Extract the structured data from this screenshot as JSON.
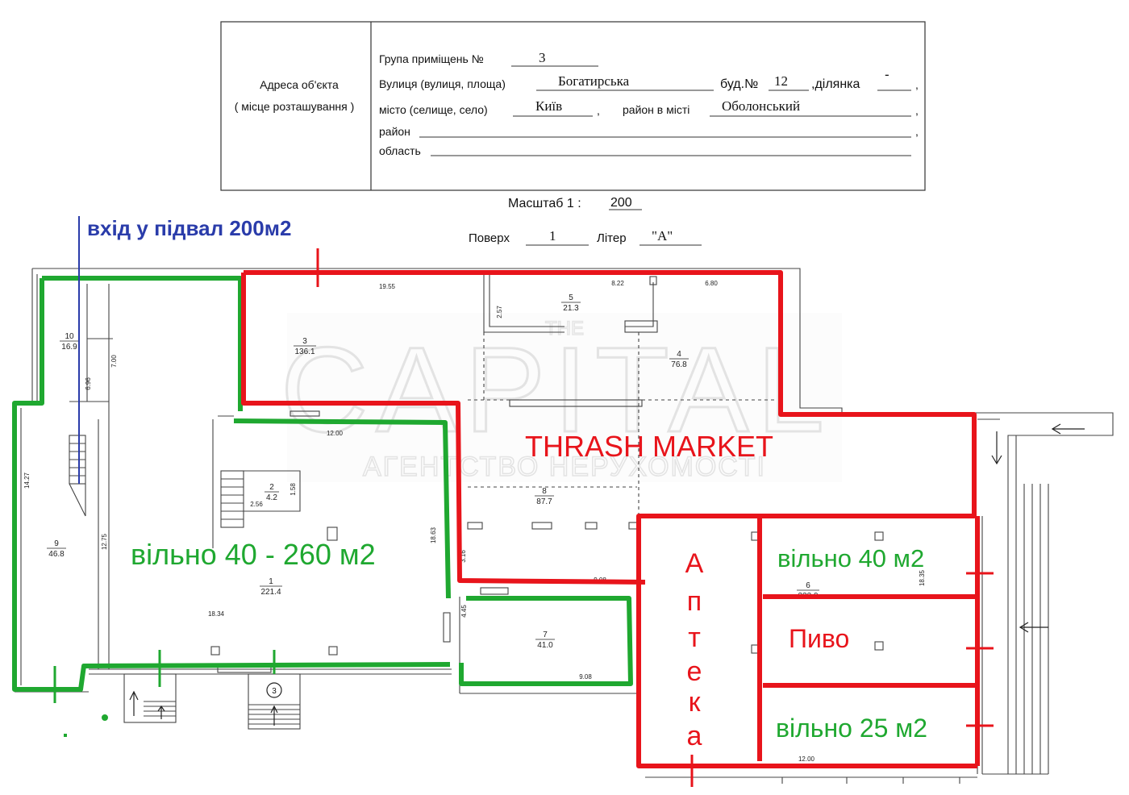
{
  "header": {
    "address_label": "Адреса об'єкта",
    "address_sublabel": "( місце розташування )",
    "group_label": "Група приміщень №",
    "group_value": "3",
    "street_label": "Вулиця (вулиця, площа)",
    "street_value": "Богатирська",
    "building_label": "буд.№",
    "building_value": "12",
    "plot_label": ",ділянка",
    "plot_value": "-",
    "city_label": "місто (селище, село)",
    "city_value": "Київ",
    "city_district_label": "район в місті",
    "city_district_value": "Оболонський",
    "district_label": "район",
    "region_label": "область",
    "comma": ","
  },
  "scale": {
    "label": "Масштаб  1 :",
    "value": "200"
  },
  "floor": {
    "label": "Поверх",
    "value": "1",
    "letter_label": "Літер",
    "letter_value": "\"А\""
  },
  "annotations": {
    "basement": "вхід у підвал 200м2",
    "thrash": "THRASH MARKET",
    "free_large": "вільно 40 - 260 м2",
    "free_40": "вільно 40 м2",
    "beer": "Пиво",
    "free_25": "вільно  25 м2",
    "pharmacy_letters": [
      "А",
      "п",
      "т",
      "е",
      "к",
      "а"
    ]
  },
  "watermark": {
    "brand": "CAPITAL",
    "the": "THE",
    "sub": "АГЕНТСТВО НЕРУХОМОСТІ"
  },
  "rooms": [
    {
      "id": "10",
      "area": "16.9"
    },
    {
      "id": "9",
      "area": "46.8"
    },
    {
      "id": "1",
      "area": "221.4"
    },
    {
      "id": "2",
      "area": "4.2"
    },
    {
      "id": "3",
      "area": "136.1"
    },
    {
      "id": "4",
      "area": "76.8"
    },
    {
      "id": "5",
      "area": "21.3"
    },
    {
      "id": "8",
      "area": "87.7"
    },
    {
      "id": "7",
      "area": "41.0"
    },
    {
      "id": "6",
      "area": "323.9"
    }
  ],
  "dimensions": [
    "19.55",
    "8.22",
    "6.80",
    "2.57",
    "7.00",
    "6.96",
    "14.27",
    "12.75",
    "12.00",
    "2.56",
    "1.58",
    "18.63",
    "18.34",
    "4.45",
    "9.08",
    "9.08",
    "18.35",
    "3.16",
    "12.00"
  ],
  "marker": "3",
  "colors": {
    "green": "#1fa830",
    "red": "#e8141b",
    "blue": "#2a3caa",
    "line": "#333333"
  }
}
